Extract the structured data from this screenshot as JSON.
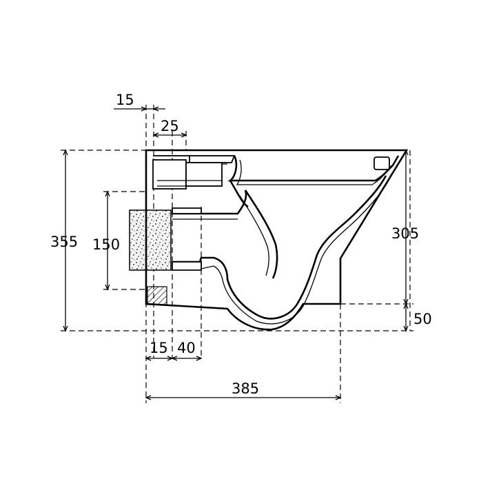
{
  "dimensions": {
    "wall_gap": "15",
    "inlet_offset": "25",
    "total_height": "355",
    "outlet_height": "150",
    "rim_height": "305",
    "base_height": "50",
    "spacer_depth": "15",
    "flange_depth": "40",
    "total_depth": "385"
  },
  "colors": {
    "line": "#000000",
    "background": "#ffffff",
    "insulation": "#f2f2f2"
  }
}
